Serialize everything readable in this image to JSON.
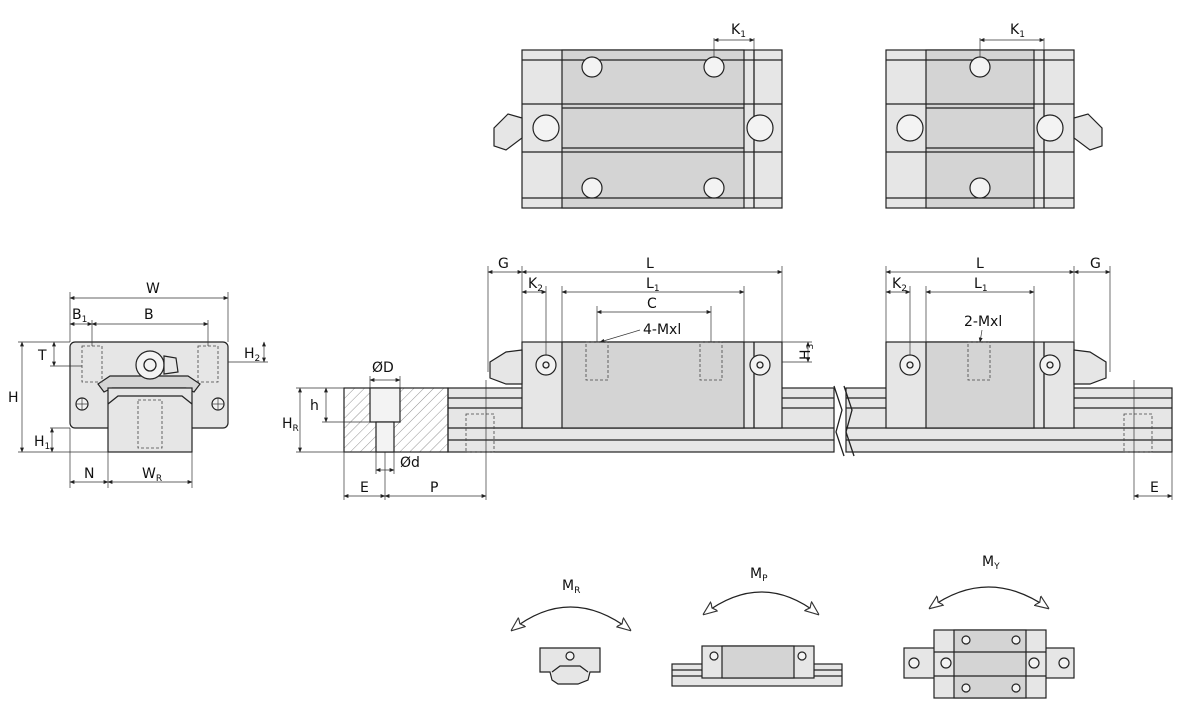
{
  "labels": {
    "K1": {
      "main": "K",
      "sub": "1"
    },
    "K2": {
      "main": "K",
      "sub": "2"
    },
    "G": {
      "main": "G"
    },
    "L": {
      "main": "L"
    },
    "L1": {
      "main": "L",
      "sub": "1"
    },
    "C": {
      "main": "C"
    },
    "mxl4": {
      "main": "4-Mxl"
    },
    "mxl2": {
      "main": "2-Mxl"
    },
    "H3": {
      "main": "H",
      "sub": "3"
    },
    "W": {
      "main": "W"
    },
    "B": {
      "main": "B"
    },
    "B1": {
      "main": "B",
      "sub": "1"
    },
    "T": {
      "main": "T"
    },
    "H": {
      "main": "H"
    },
    "H1": {
      "main": "H",
      "sub": "1"
    },
    "H2": {
      "main": "H",
      "sub": "2"
    },
    "N": {
      "main": "N"
    },
    "WR": {
      "main": "W",
      "sub": "R"
    },
    "HR": {
      "main": "H",
      "sub": "R"
    },
    "h": {
      "main": "h"
    },
    "OD": {
      "main": "ØD"
    },
    "Od": {
      "main": "Ød"
    },
    "E": {
      "main": "E"
    },
    "P": {
      "main": "P"
    },
    "MR": {
      "main": "M",
      "sub": "R"
    },
    "MP": {
      "main": "M",
      "sub": "P"
    },
    "MY": {
      "main": "M",
      "sub": "Y"
    }
  }
}
